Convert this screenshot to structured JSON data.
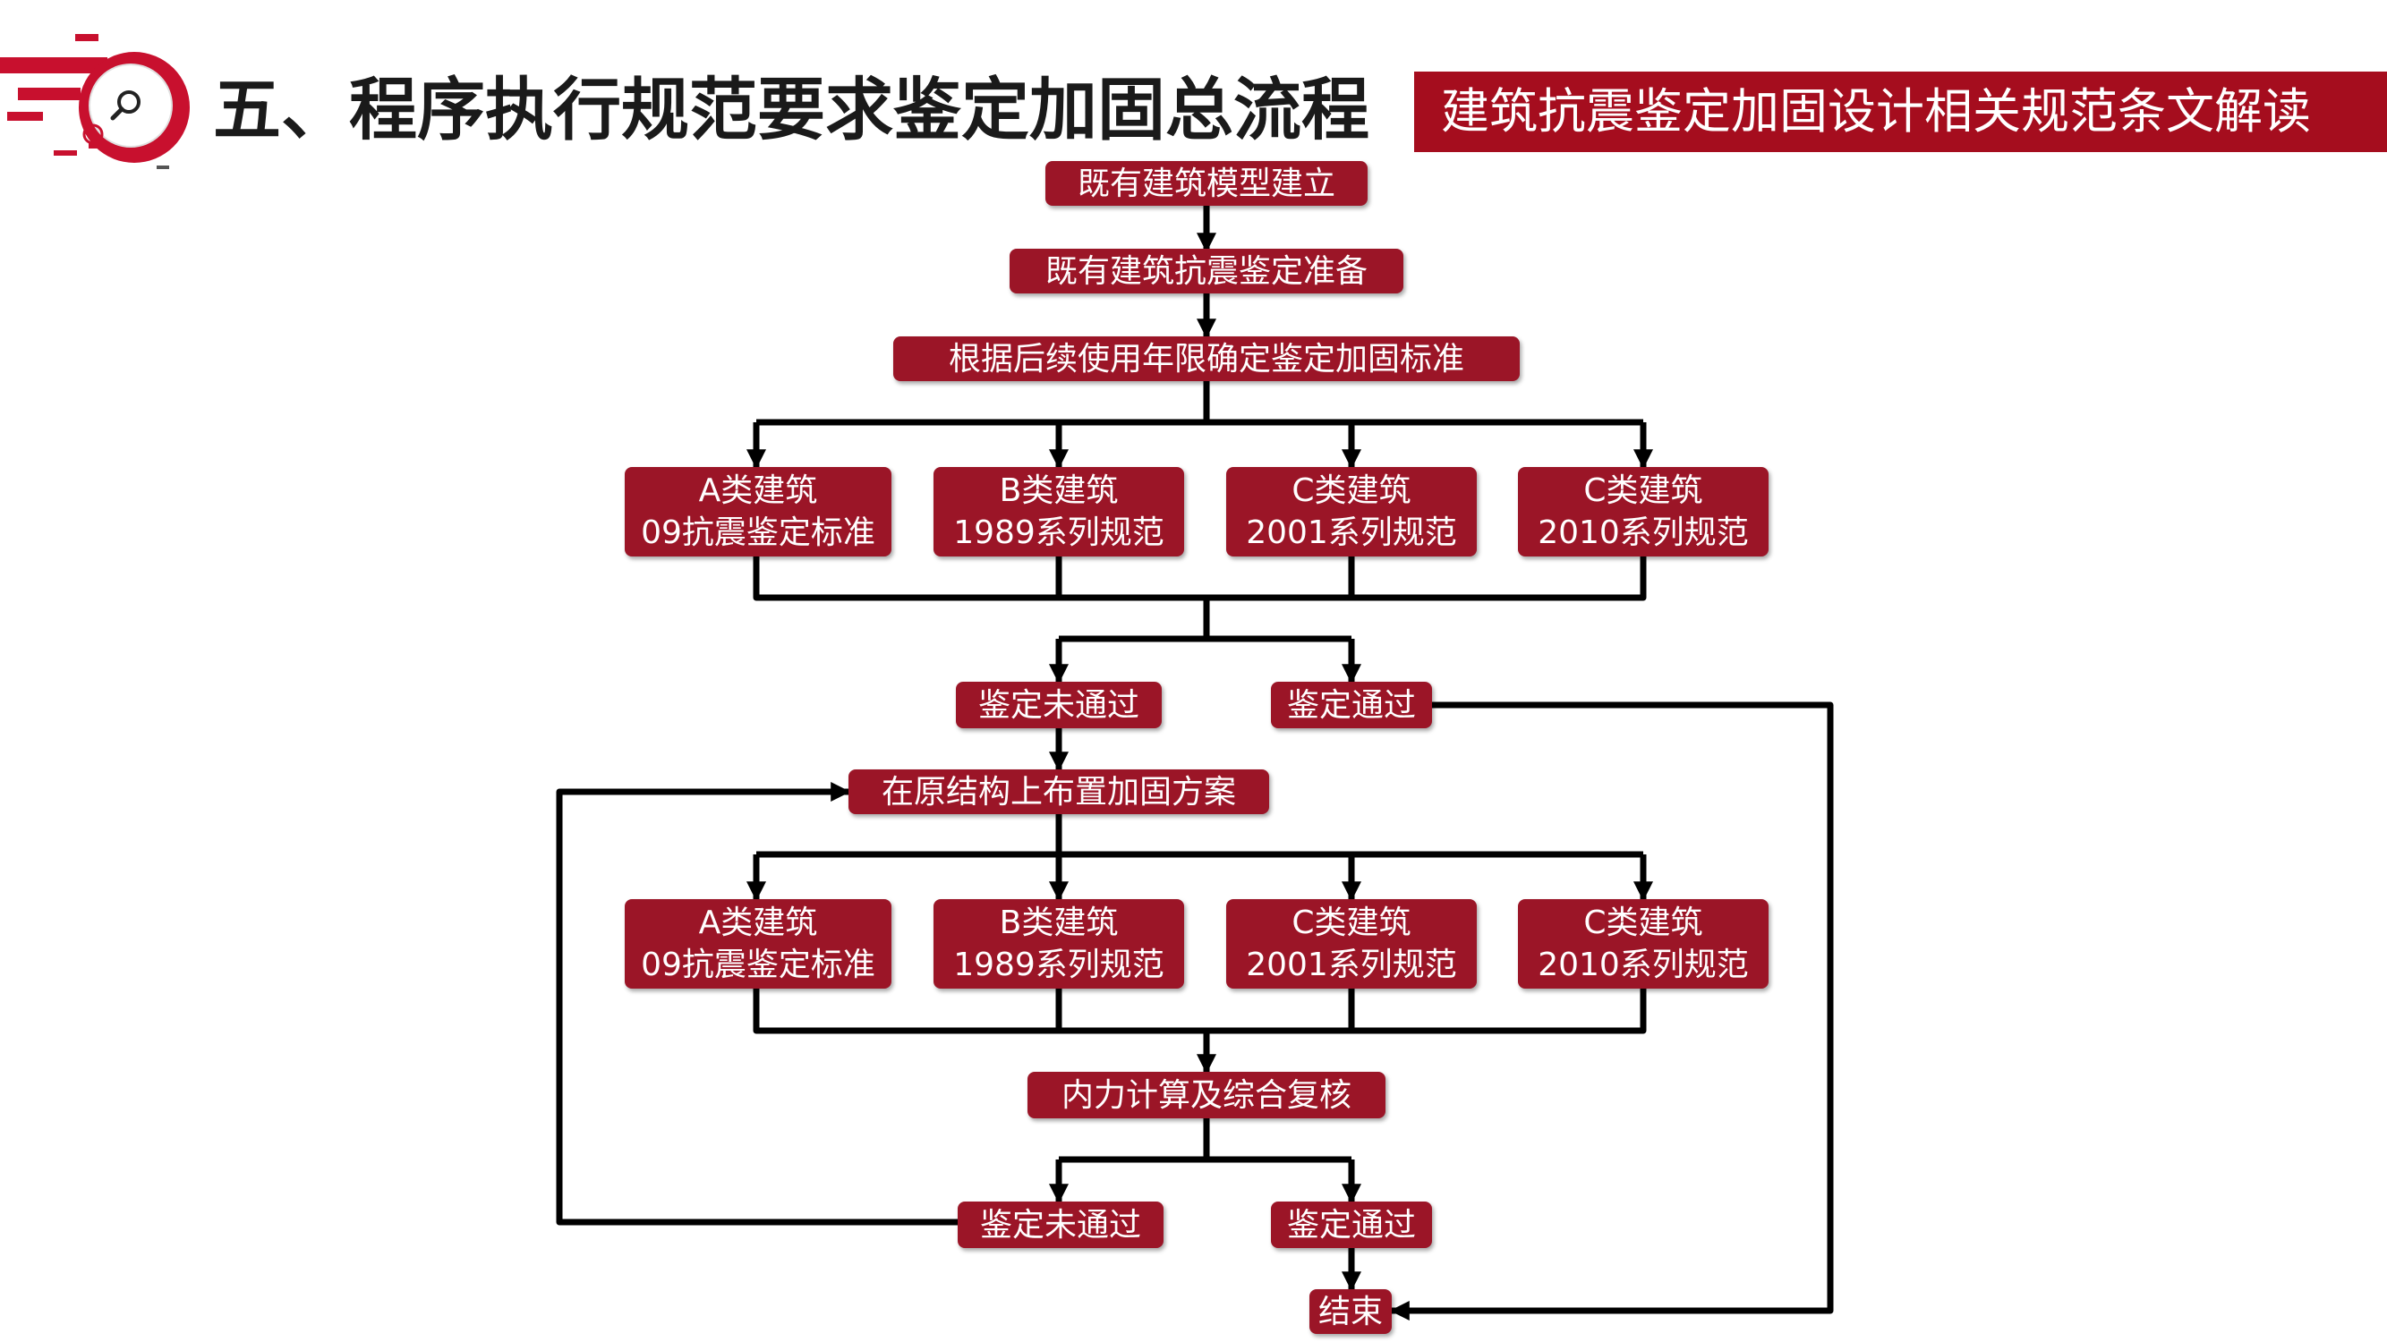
{
  "header": {
    "title": "五、程序执行规范要求鉴定加固总流程",
    "banner": "建筑抗震鉴定加固设计相关规范条文解读"
  },
  "colors": {
    "accent": "#a50d1e",
    "node_fill": "#9b1527",
    "connector": "#000000"
  },
  "flow": {
    "build_model": "既有建筑模型建立",
    "prepare": "既有建筑抗震鉴定准备",
    "standard": "根据后续使用年限确定鉴定加固标准",
    "categories_1": [
      {
        "line1": "A类建筑",
        "line2": "09抗震鉴定标准"
      },
      {
        "line1": "B类建筑",
        "line2": "1989系列规范"
      },
      {
        "line1": "C类建筑",
        "line2": "2001系列规范"
      },
      {
        "line1": "C类建筑",
        "line2": "2010系列规范"
      }
    ],
    "fail_1": "鉴定未通过",
    "pass_1": "鉴定通过",
    "plan": "在原结构上布置加固方案",
    "categories_2": [
      {
        "line1": "A类建筑",
        "line2": "09抗震鉴定标准"
      },
      {
        "line1": "B类建筑",
        "line2": "1989系列规范"
      },
      {
        "line1": "C类建筑",
        "line2": "2001系列规范"
      },
      {
        "line1": "C类建筑",
        "line2": "2010系列规范"
      }
    ],
    "calc": "内力计算及综合复核",
    "fail_2": "鉴定未通过",
    "pass_2": "鉴定通过",
    "end": "结束"
  }
}
